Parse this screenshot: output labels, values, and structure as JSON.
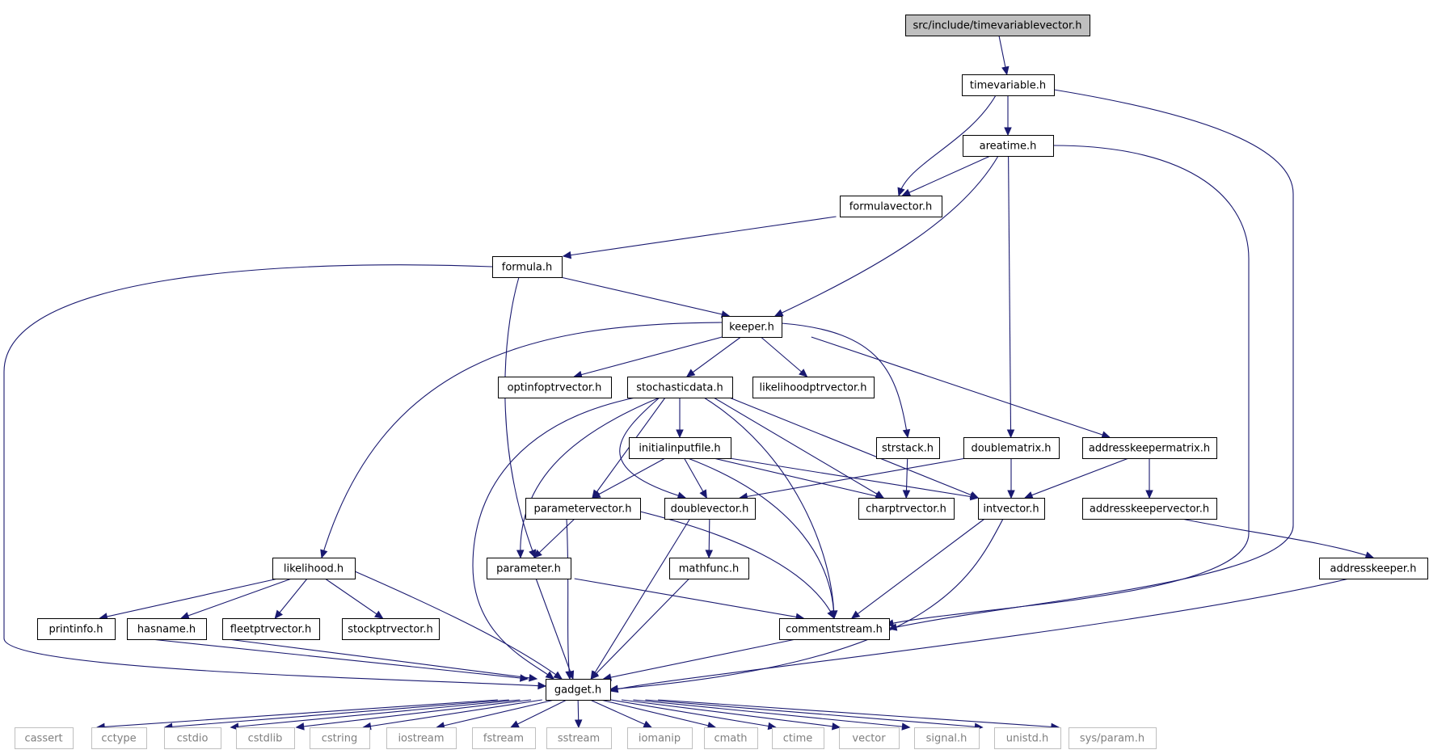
{
  "nodes": [
    {
      "id": "timevariablevector",
      "label": "src/include/timevariablevector.h",
      "kind": "root"
    },
    {
      "id": "timevariable",
      "label": "timevariable.h",
      "kind": "internal"
    },
    {
      "id": "areatime",
      "label": "areatime.h",
      "kind": "internal"
    },
    {
      "id": "formulavector",
      "label": "formulavector.h",
      "kind": "internal"
    },
    {
      "id": "formula",
      "label": "formula.h",
      "kind": "internal"
    },
    {
      "id": "keeper",
      "label": "keeper.h",
      "kind": "internal"
    },
    {
      "id": "optinfoptrvector",
      "label": "optinfoptrvector.h",
      "kind": "internal"
    },
    {
      "id": "stochasticdata",
      "label": "stochasticdata.h",
      "kind": "internal"
    },
    {
      "id": "likelihoodptrvector",
      "label": "likelihoodptrvector.h",
      "kind": "internal"
    },
    {
      "id": "strstack",
      "label": "strstack.h",
      "kind": "internal"
    },
    {
      "id": "doublematrix",
      "label": "doublematrix.h",
      "kind": "internal"
    },
    {
      "id": "addresskeepermatrix",
      "label": "addresskeepermatrix.h",
      "kind": "internal"
    },
    {
      "id": "initialinputfile",
      "label": "initialinputfile.h",
      "kind": "internal"
    },
    {
      "id": "parametervector",
      "label": "parametervector.h",
      "kind": "internal"
    },
    {
      "id": "doublevector",
      "label": "doublevector.h",
      "kind": "internal"
    },
    {
      "id": "charptrvector",
      "label": "charptrvector.h",
      "kind": "internal"
    },
    {
      "id": "intvector",
      "label": "intvector.h",
      "kind": "internal"
    },
    {
      "id": "addresskeepervector",
      "label": "addresskeepervector.h",
      "kind": "internal"
    },
    {
      "id": "likelihood",
      "label": "likelihood.h",
      "kind": "internal"
    },
    {
      "id": "parameter",
      "label": "parameter.h",
      "kind": "internal"
    },
    {
      "id": "mathfunc",
      "label": "mathfunc.h",
      "kind": "internal"
    },
    {
      "id": "addresskeeper",
      "label": "addresskeeper.h",
      "kind": "internal"
    },
    {
      "id": "printinfo",
      "label": "printinfo.h",
      "kind": "internal"
    },
    {
      "id": "hasname",
      "label": "hasname.h",
      "kind": "internal"
    },
    {
      "id": "fleetptrvector",
      "label": "fleetptrvector.h",
      "kind": "internal"
    },
    {
      "id": "stockptrvector",
      "label": "stockptrvector.h",
      "kind": "internal"
    },
    {
      "id": "commentstream",
      "label": "commentstream.h",
      "kind": "internal"
    },
    {
      "id": "gadget",
      "label": "gadget.h",
      "kind": "internal"
    },
    {
      "id": "cassert",
      "label": "cassert",
      "kind": "external"
    },
    {
      "id": "cctype",
      "label": "cctype",
      "kind": "external"
    },
    {
      "id": "cstdio",
      "label": "cstdio",
      "kind": "external"
    },
    {
      "id": "cstdlib",
      "label": "cstdlib",
      "kind": "external"
    },
    {
      "id": "cstring",
      "label": "cstring",
      "kind": "external"
    },
    {
      "id": "iostream",
      "label": "iostream",
      "kind": "external"
    },
    {
      "id": "fstream",
      "label": "fstream",
      "kind": "external"
    },
    {
      "id": "sstream",
      "label": "sstream",
      "kind": "external"
    },
    {
      "id": "iomanip",
      "label": "iomanip",
      "kind": "external"
    },
    {
      "id": "cmath",
      "label": "cmath",
      "kind": "external"
    },
    {
      "id": "ctime",
      "label": "ctime",
      "kind": "external"
    },
    {
      "id": "vector",
      "label": "vector",
      "kind": "external"
    },
    {
      "id": "signal",
      "label": "signal.h",
      "kind": "external"
    },
    {
      "id": "unistd",
      "label": "unistd.h",
      "kind": "external"
    },
    {
      "id": "sysparam",
      "label": "sys/param.h",
      "kind": "external"
    }
  ],
  "edges": [
    [
      "timevariablevector",
      "timevariable"
    ],
    [
      "timevariable",
      "areatime"
    ],
    [
      "timevariable",
      "formulavector"
    ],
    [
      "timevariable",
      "commentstream"
    ],
    [
      "areatime",
      "formulavector"
    ],
    [
      "areatime",
      "keeper"
    ],
    [
      "areatime",
      "doublematrix"
    ],
    [
      "areatime",
      "commentstream"
    ],
    [
      "formulavector",
      "formula"
    ],
    [
      "formula",
      "keeper"
    ],
    [
      "formula",
      "parameter"
    ],
    [
      "formula",
      "gadget"
    ],
    [
      "keeper",
      "likelihood"
    ],
    [
      "keeper",
      "optinfoptrvector"
    ],
    [
      "keeper",
      "stochasticdata"
    ],
    [
      "keeper",
      "likelihoodptrvector"
    ],
    [
      "keeper",
      "strstack"
    ],
    [
      "keeper",
      "addresskeepermatrix"
    ],
    [
      "stochasticdata",
      "initialinputfile"
    ],
    [
      "stochasticdata",
      "parametervector"
    ],
    [
      "stochasticdata",
      "parameter"
    ],
    [
      "stochasticdata",
      "doublevector"
    ],
    [
      "stochasticdata",
      "charptrvector"
    ],
    [
      "stochasticdata",
      "intvector"
    ],
    [
      "stochasticdata",
      "commentstream"
    ],
    [
      "stochasticdata",
      "gadget"
    ],
    [
      "initialinputfile",
      "parametervector"
    ],
    [
      "initialinputfile",
      "doublevector"
    ],
    [
      "initialinputfile",
      "charptrvector"
    ],
    [
      "initialinputfile",
      "intvector"
    ],
    [
      "initialinputfile",
      "commentstream"
    ],
    [
      "strstack",
      "charptrvector"
    ],
    [
      "doublematrix",
      "doublevector"
    ],
    [
      "doublematrix",
      "intvector"
    ],
    [
      "addresskeepermatrix",
      "intvector"
    ],
    [
      "addresskeepermatrix",
      "addresskeepervector"
    ],
    [
      "addresskeepervector",
      "addresskeeper"
    ],
    [
      "parametervector",
      "parameter"
    ],
    [
      "parametervector",
      "commentstream"
    ],
    [
      "parametervector",
      "gadget"
    ],
    [
      "doublevector",
      "mathfunc"
    ],
    [
      "doublevector",
      "gadget"
    ],
    [
      "intvector",
      "commentstream"
    ],
    [
      "intvector",
      "gadget"
    ],
    [
      "likelihood",
      "printinfo"
    ],
    [
      "likelihood",
      "hasname"
    ],
    [
      "likelihood",
      "fleetptrvector"
    ],
    [
      "likelihood",
      "stockptrvector"
    ],
    [
      "likelihood",
      "gadget"
    ],
    [
      "parameter",
      "commentstream"
    ],
    [
      "parameter",
      "gadget"
    ],
    [
      "mathfunc",
      "gadget"
    ],
    [
      "addresskeeper",
      "gadget"
    ],
    [
      "printinfo",
      "gadget"
    ],
    [
      "hasname",
      "gadget"
    ],
    [
      "commentstream",
      "gadget"
    ],
    [
      "gadget",
      "cassert"
    ],
    [
      "gadget",
      "cctype"
    ],
    [
      "gadget",
      "cstdio"
    ],
    [
      "gadget",
      "cstdlib"
    ],
    [
      "gadget",
      "cstring"
    ],
    [
      "gadget",
      "iostream"
    ],
    [
      "gadget",
      "fstream"
    ],
    [
      "gadget",
      "sstream"
    ],
    [
      "gadget",
      "iomanip"
    ],
    [
      "gadget",
      "cmath"
    ],
    [
      "gadget",
      "ctime"
    ],
    [
      "gadget",
      "vector"
    ],
    [
      "gadget",
      "signal"
    ],
    [
      "gadget",
      "unistd"
    ],
    [
      "gadget",
      "sysparam"
    ]
  ],
  "colors": {
    "edge": "#191970",
    "root_fill": "#bfbfbf",
    "node_border": "#000000",
    "external_border": "#bfbfbf",
    "external_text": "#7f7f7f"
  }
}
